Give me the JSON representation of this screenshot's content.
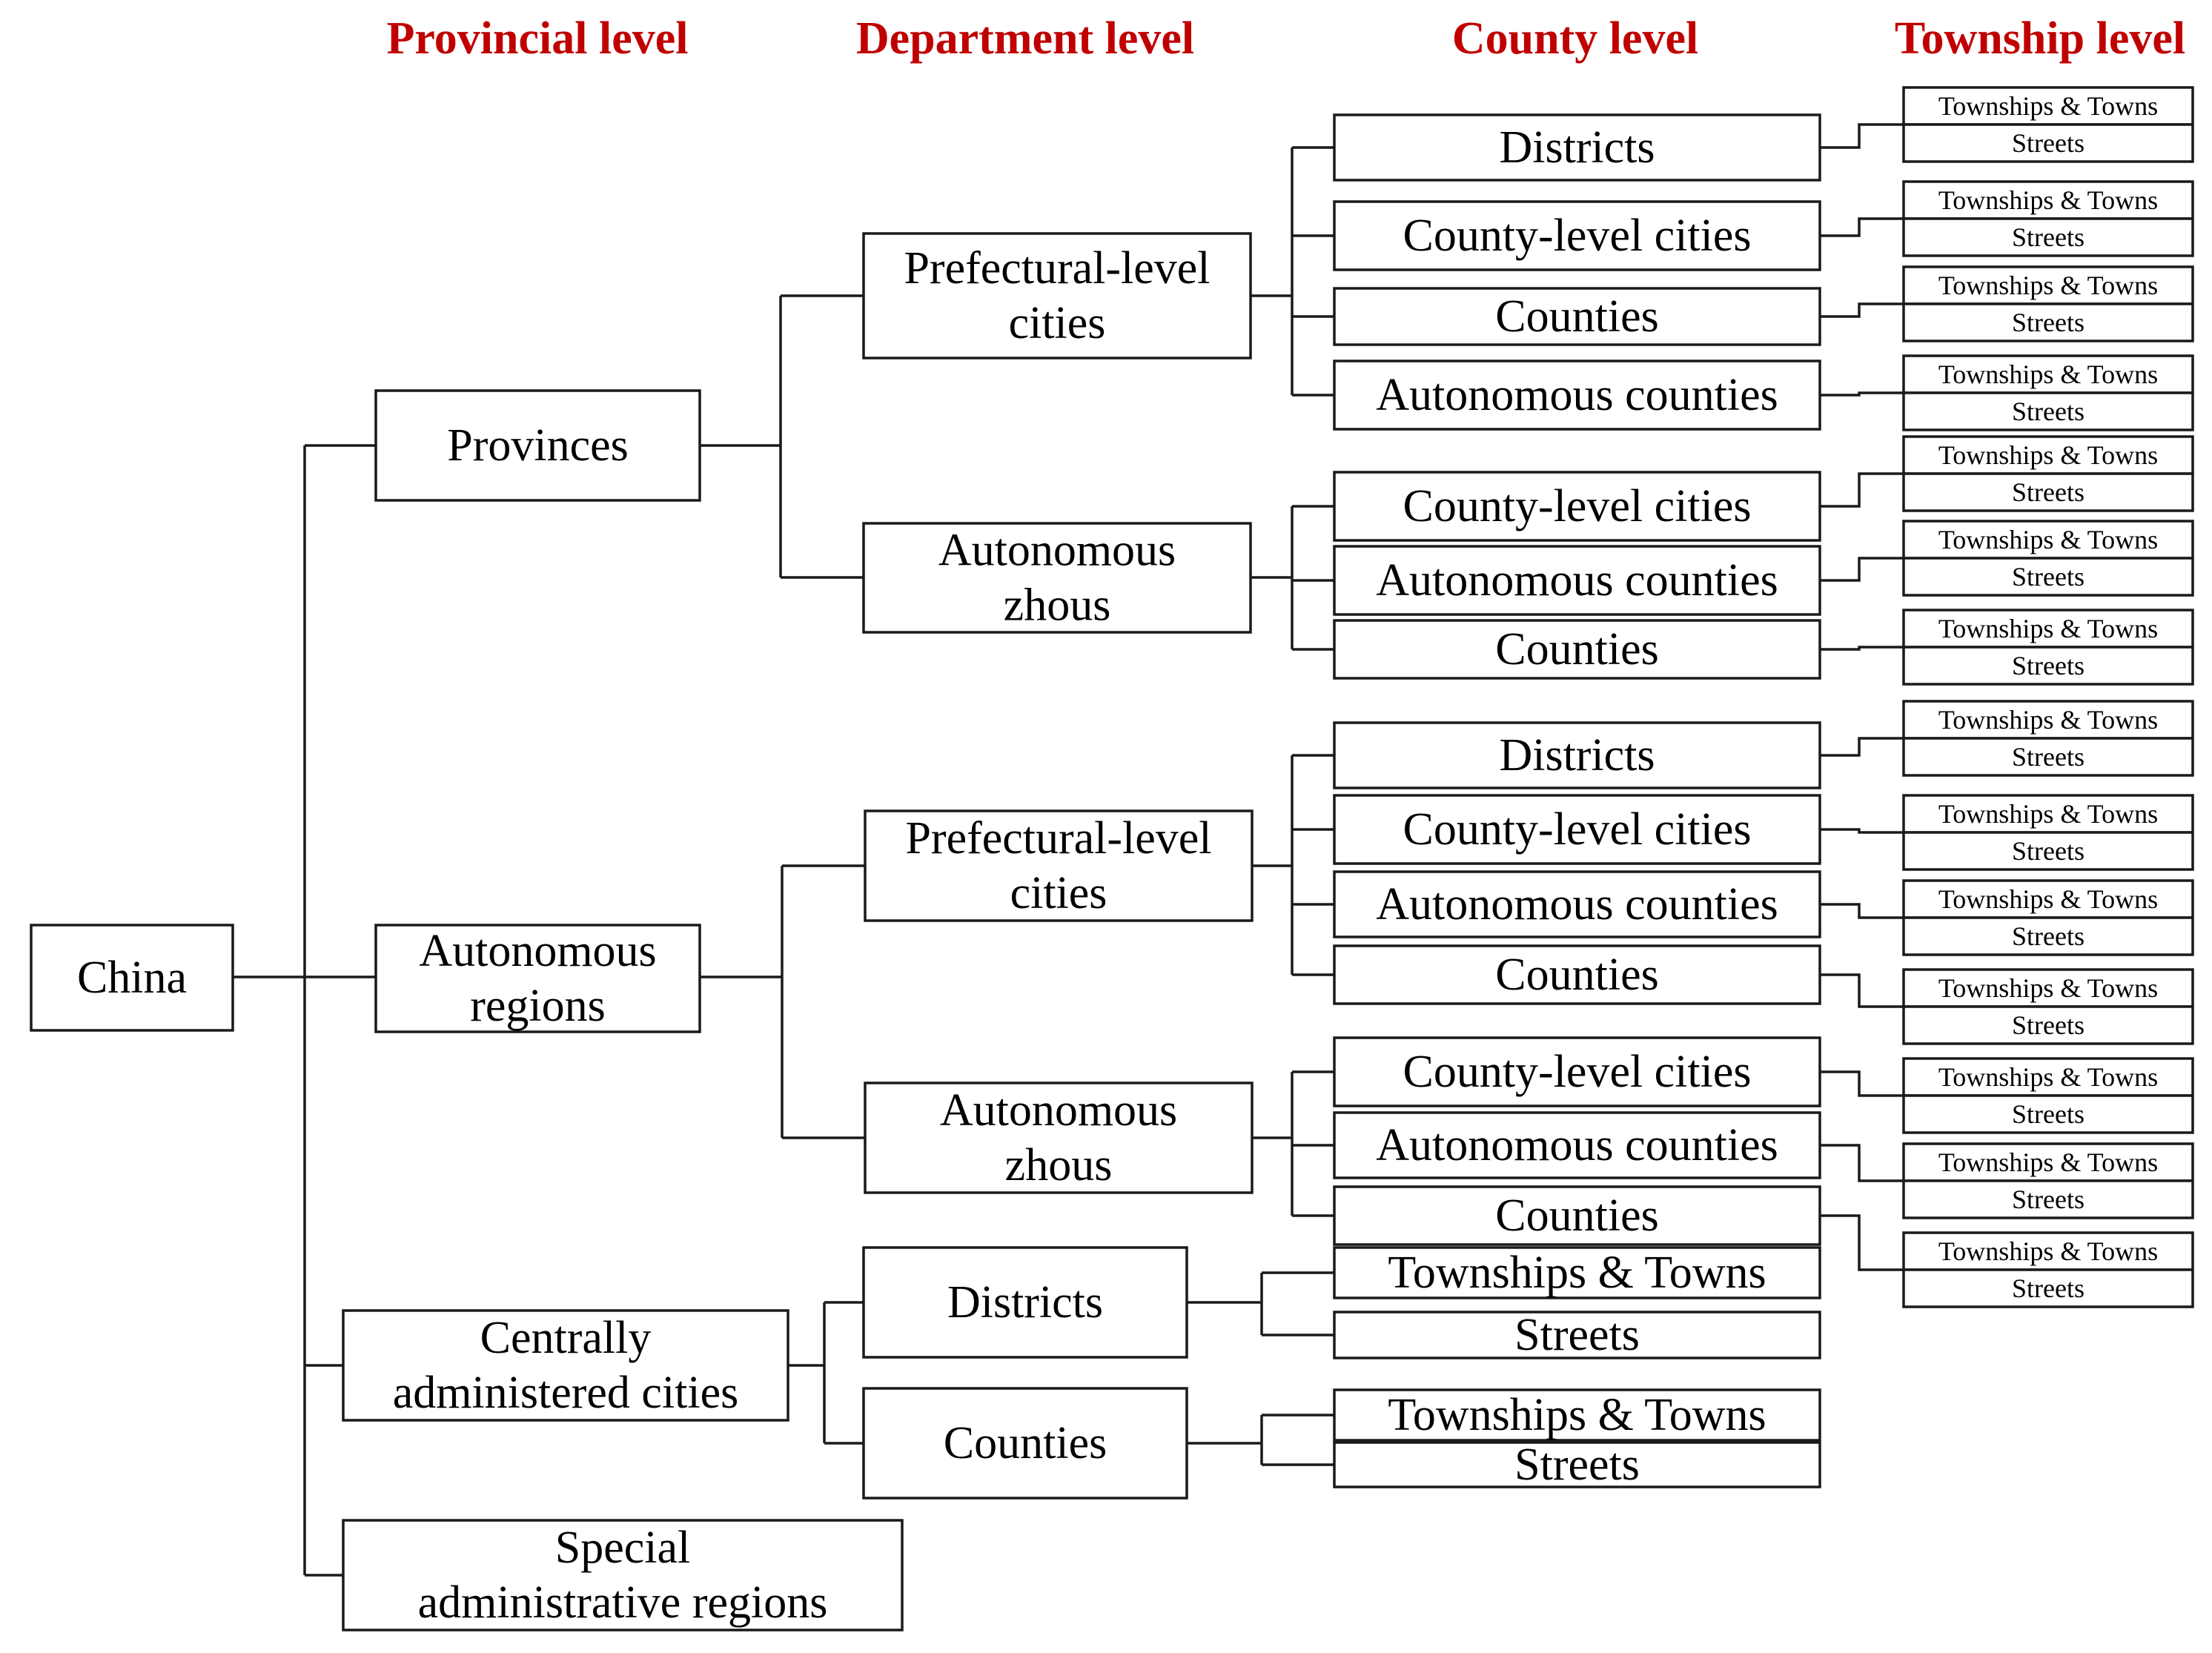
{
  "headers": {
    "provincial": "Provincial level",
    "department": "Department level",
    "county": "County level",
    "township": "Township level"
  },
  "colors": {
    "header": "#c00000",
    "prefectural_fill": "#f8cbad",
    "districts_fill": "#9dc3e6",
    "county_level_cities_fill": "#bdd7ee"
  },
  "labels": {
    "china": "China",
    "provinces": "Provinces",
    "autonomous_regions": [
      "Autonomous",
      "regions"
    ],
    "centrally_administered": [
      "Centrally",
      "administered cities"
    ],
    "special_regions": [
      "Special",
      "administrative regions"
    ],
    "prefectural_cities": [
      "Prefectural-level",
      "cities"
    ],
    "autonomous_zhous": [
      "Autonomous",
      "zhous"
    ],
    "districts": "Districts",
    "counties": "Counties",
    "county_level_cities": "County-level cities",
    "autonomous_counties": "Autonomous counties",
    "townships_towns": "Townships & Towns",
    "streets": "Streets"
  }
}
